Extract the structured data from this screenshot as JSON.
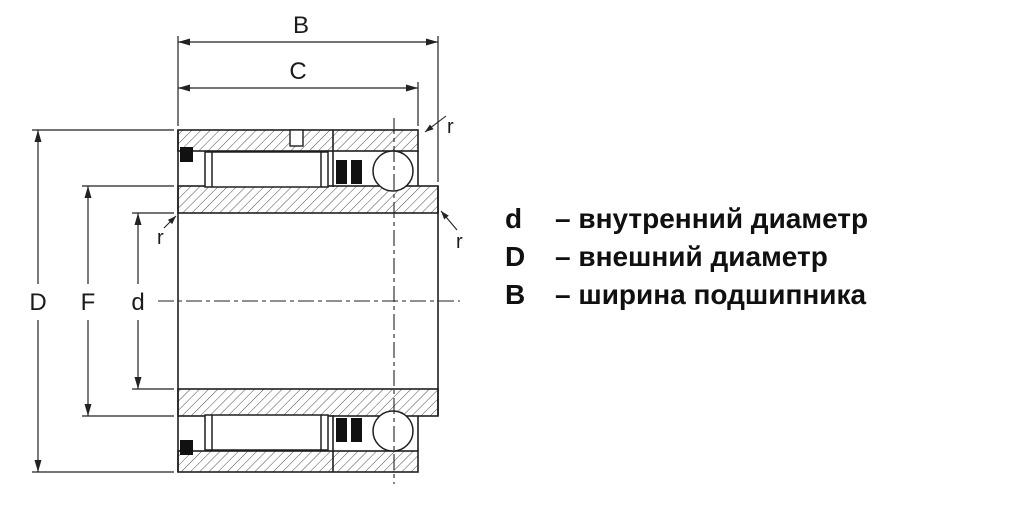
{
  "drawing": {
    "labels": {
      "B": "B",
      "C": "C",
      "D": "D",
      "F": "F",
      "d": "d",
      "r_top": "r",
      "r_right": "r",
      "r_left": "r"
    }
  },
  "legend": {
    "items": [
      {
        "symbol": "d",
        "description": "– внутренний диаметр"
      },
      {
        "symbol": "D",
        "description": "– внешний диаметр"
      },
      {
        "symbol": "B",
        "description": "– ширина подшипника"
      }
    ]
  },
  "colors": {
    "line": "#222222",
    "text": "#101010",
    "background": "#ffffff"
  }
}
